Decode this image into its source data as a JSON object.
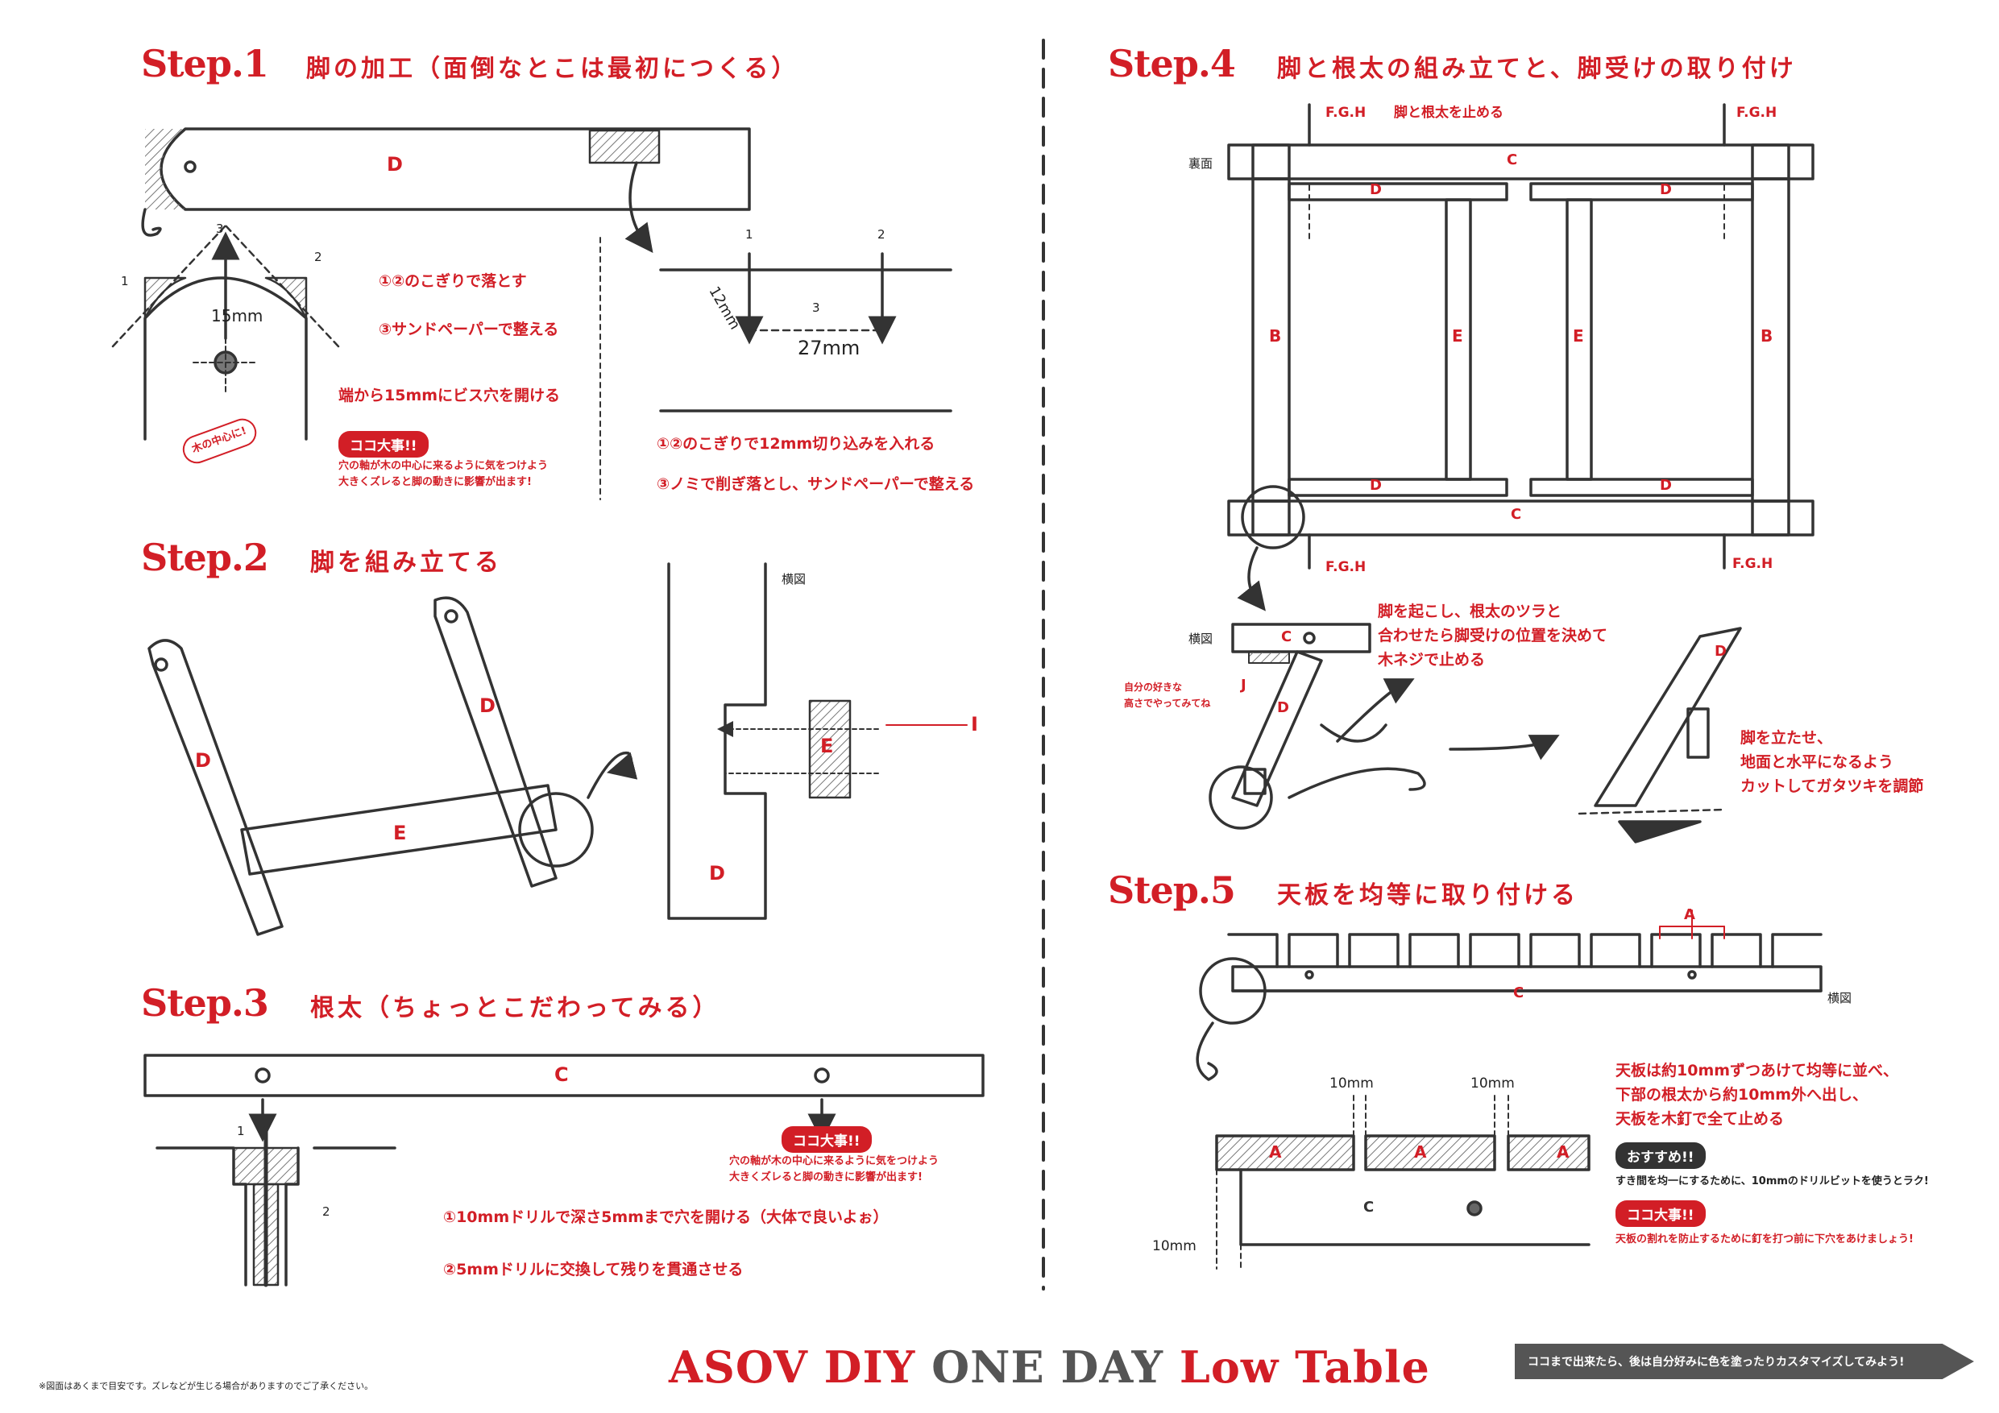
{
  "steps": {
    "s1": {
      "title": "Step.1",
      "subtitle": "脚の加工（面倒なとこは最初につくる）"
    },
    "s2": {
      "title": "Step.2",
      "subtitle": "脚を組み立てる"
    },
    "s3": {
      "title": "Step.3",
      "subtitle": "根太（ちょっとこだわってみる）"
    },
    "s4": {
      "title": "Step.4",
      "subtitle": "脚と根太の組み立てと、脚受けの取り付け"
    },
    "s5": {
      "title": "Step.5",
      "subtitle": "天板を均等に取り付ける"
    }
  },
  "step1": {
    "part_d": "D",
    "marker_1": "1",
    "marker_2": "2",
    "marker_3": "3",
    "dim_15": "15mm",
    "dim_12": "12mm",
    "dim_27": "27mm",
    "note_cut": "①②のこぎりで落とす",
    "note_sand": "③サンドペーパーで整える",
    "note_hole": "端から15mmにビス穴を開ける",
    "bubble": "木の中心に!",
    "badge": "ココ大事!!",
    "important_1": "穴の軸が木の中心に来るように気をつけよう",
    "important_2": "大きくズレると脚の動きに影響が出ます!",
    "note_right_1": "①②のこぎりで12mm切り込みを入れる",
    "note_right_2": "③ノミで削ぎ落とし、サンドペーパーで整える"
  },
  "step2": {
    "part_d_left": "D",
    "part_d_right": "D",
    "part_e": "E",
    "part_e_side": "E",
    "part_d_side": "D",
    "side_view": "横図",
    "screw_label": "I"
  },
  "step3": {
    "part_c": "C",
    "marker_1": "1",
    "marker_2": "2",
    "badge": "ココ大事!!",
    "important_1": "穴の軸が木の中心に来るように気をつけよう",
    "important_2": "大きくズレると脚の動きに影響が出ます!",
    "note_1": "①10mmドリルで深さ5mmまで穴を開ける（大体で良いよぉ）",
    "note_2": "②5mmドリルに交換して残りを貫通させる"
  },
  "step4": {
    "fgh_top_left": "F.G.H",
    "fgh_top_note": "脚と根太を止める",
    "fgh_top_right": "F.G.H",
    "fgh_bottom_left": "F.G.H",
    "fgh_bottom_right": "F.G.H",
    "back_view": "裏面",
    "part_c_top": "C",
    "part_c_bottom": "C",
    "part_d_tl": "D",
    "part_d_tr": "D",
    "part_d_bl": "D",
    "part_d_br": "D",
    "part_b_left": "B",
    "part_b_right": "B",
    "part_e_left": "E",
    "part_e_right": "E",
    "side_view": "横図",
    "part_c_side": "C",
    "part_j": "J",
    "part_d_side": "D",
    "part_d_cut": "D",
    "note_leg_1": "脚を起こし、根太のツラと",
    "note_leg_2": "合わせたら脚受けの位置を決めて",
    "note_leg_3": "木ネジで止める",
    "note_height_1": "自分の好きな",
    "note_height_2": "高さでやってみてね",
    "note_cut_1": "脚を立たせ、",
    "note_cut_2": "地面と水平になるよう",
    "note_cut_3": "カットしてガタツキを調節"
  },
  "step5": {
    "part_a_top": "A",
    "part_c_top": "C",
    "side_view": "横図",
    "dim_10_a": "10mm",
    "dim_10_b": "10mm",
    "dim_10_c": "10mm",
    "part_a_1": "A",
    "part_a_2": "A",
    "part_a_3": "A",
    "part_c": "C",
    "note_1": "天板は約10mmずつあけて均等に並べ、",
    "note_2": "下部の根太から約10mm外へ出し、",
    "note_3": "天板を木釘で全て止める",
    "badge_reco": "おすすめ!!",
    "reco_text": "すき間を均一にするために、10mmのドリルビットを使うとラク!",
    "badge": "ココ大事!!",
    "important_text": "天板の割れを防止するために釘を打つ前に下穴をあけましょう!"
  },
  "footer": {
    "title_asov": "ASOV DIY",
    "title_one": "ONE DAY",
    "title_low": "Low Table",
    "bottom_note": "※図面はあくまで目安です。ズレなどが生じる場合がありますのでご了承ください。",
    "banner": "ココまで出来たら、後は自分好みに色を塗ったりカスタマイズしてみよう!"
  },
  "colors": {
    "accent": "#d21e26",
    "ink": "#222222",
    "hatch": "#888888"
  }
}
